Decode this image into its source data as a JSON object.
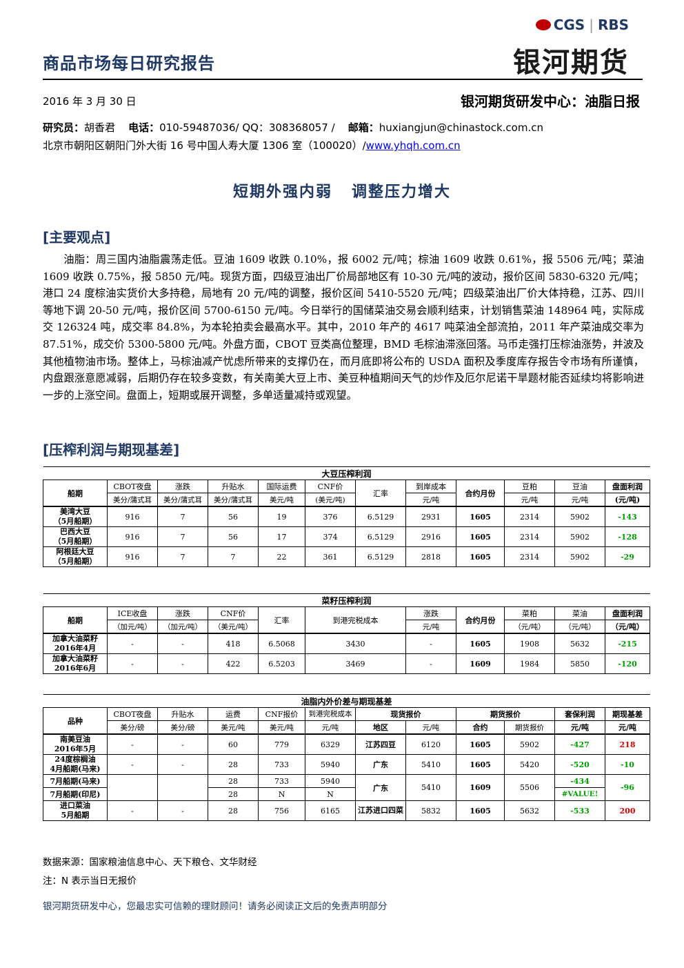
{
  "header": {
    "report_title": "商品市场每日研究报告",
    "logo_cgs": "CGS",
    "logo_rbs": "RBS",
    "logo_main": "银河期货",
    "date": "2016 年 3 月 30 日",
    "center_title": "银河期货研发中心：油脂日报"
  },
  "researcher": {
    "label": "研究员：",
    "name": "胡香君",
    "phone_label": "电话：",
    "phone": "010-59487036/ QQ：308368057 /",
    "email_label": "邮箱：",
    "email": "huxiangjun@chinastock.com.cn",
    "address": "北京市朝阳区朝阳门外大街 16 号中国人寿大厦 1306 室（100020）/",
    "website": "www.yhqh.com.cn"
  },
  "headline": {
    "part1": "短期外强内弱",
    "part2": "调整压力增大"
  },
  "sections": {
    "main_view": "[主要观点]",
    "profit": "[压榨利润与期现基差]"
  },
  "body_text": "油脂：周三国内油脂震荡走低。豆油 1609 收跌 0.10%，报 6002 元/吨；棕油 1609 收跌 0.61%，报 5506 元/吨；菜油 1609 收跌 0.75%，报 5850 元/吨。现货方面，四级豆油出厂价局部地区有 10-30 元/吨的波动，报价区间 5830-6320 元/吨；港口 24 度棕油实货价大多持稳，局地有 20 元/吨的调整，报价区间 5410-5520 元/吨；四级菜油出厂价大体持稳，江苏、四川等地下调 20-50 元/吨，报价区间 5700-6150 元/吨。今日举行的国储菜油交易会顺利结束，计划销售菜油 148964 吨，实际成交 126324 吨，成交率 84.8%，为本轮拍卖会最高水平。其中，2010 年产的 4617 吨菜油全部流拍，2011 年产菜油成交率为 87.51%，成交价 5300-5800 元/吨。外盘方面，CBOT 豆类高位整理，BMD 毛棕油滞涨回落。马币走强打压棕油涨势，并波及其他植物油市场。整体上，马棕油减产忧虑所带来的支撑仍在，而月底即将公布的 USDA 面积及季度库存报告令市场有所谨慎，内盘跟涨意愿减弱，后期仍存在较多变数，有关南美大豆上市、美豆种植期间天气的炒作及厄尔尼诺干旱题材能否延续均将影响进一步的上涨空间。盘面上，短期或展开调整，多单适量减持或观望。",
  "table1": {
    "title": "大豆压榨利润",
    "h": {
      "ship": "船期",
      "cbot": "CBOT夜盘",
      "cbot_u": "美分/蒲式耳",
      "chg": "涨跌",
      "chg_u": "美分/蒲式耳",
      "prem": "升贴水",
      "prem_u": "美分/蒲式耳",
      "freight": "国际运费",
      "freight_u": "美元/吨",
      "cnf": "CNF价",
      "cnf_u": "(美元/吨)",
      "fx": "汇率",
      "cost": "到岸成本",
      "cost_u": "元/吨",
      "month": "合约月份",
      "meal": "豆粕",
      "meal_u": "元/吨",
      "oil": "豆油",
      "oil_u": "元/吨",
      "profit": "盘面利润",
      "profit_u": "(元/吨)"
    },
    "rows": [
      {
        "name1": "美湾大豆",
        "name2": "（5月船期）",
        "cbot": "916",
        "chg": "7",
        "prem": "56",
        "freight": "19",
        "cnf": "376",
        "fx": "6.5129",
        "cost": "2931",
        "month": "1605",
        "meal": "2314",
        "oil": "5902",
        "profit": "-143"
      },
      {
        "name1": "巴西大豆",
        "name2": "（5月船期）",
        "cbot": "916",
        "chg": "7",
        "prem": "56",
        "freight": "17",
        "cnf": "374",
        "fx": "6.5129",
        "cost": "2916",
        "month": "1605",
        "meal": "2314",
        "oil": "5902",
        "profit": "-128"
      },
      {
        "name1": "阿根廷大豆",
        "name2": "（5月船期）",
        "cbot": "916",
        "chg": "7",
        "prem": "7",
        "freight": "22",
        "cnf": "361",
        "fx": "6.5129",
        "cost": "2818",
        "month": "1605",
        "meal": "2314",
        "oil": "5902",
        "profit": "-29"
      }
    ]
  },
  "table2": {
    "title": "菜籽压榨利润",
    "h": {
      "ship": "船期",
      "ice": "ICE收盘",
      "ice_u": "（加元/吨）",
      "chg": "涨跌",
      "chg_u": "（加元/吨）",
      "cnf": "CNF价",
      "cnf_u": "（美元/吨）",
      "fx": "汇率",
      "cost": "到港完税成本",
      "chg2": "涨跌",
      "chg2_u": "元/吨",
      "month": "合约月份",
      "meal": "菜粕",
      "meal_u": "（元/吨）",
      "oil": "菜油",
      "oil_u": "（元/吨）",
      "profit": "盘面利润",
      "profit_u": "（元/吨）"
    },
    "rows": [
      {
        "name1": "加拿大油菜籽",
        "name2": "2016年4月",
        "ice": "-",
        "chg": "-",
        "cnf": "418",
        "fx": "6.5068",
        "cost": "3430",
        "chg2": "-",
        "month": "1605",
        "meal": "1908",
        "oil": "5632",
        "profit": "-215"
      },
      {
        "name1": "加拿大油菜籽",
        "name2": "2016年6月",
        "ice": "-",
        "chg": "-",
        "cnf": "422",
        "fx": "6.5203",
        "cost": "3469",
        "chg2": "-",
        "month": "1609",
        "meal": "1984",
        "oil": "5850",
        "profit": "-120"
      }
    ]
  },
  "table3": {
    "title": "油脂内外价差与期现基差",
    "h": {
      "variety": "品种",
      "cbot": "CBOT夜盘",
      "cbot_u": "美分/磅",
      "prem": "升贴水",
      "prem_u": "美分/磅",
      "freight": "运费",
      "freight_u": "美元/吨",
      "cnf": "CNF报价",
      "cnf_u": "美元/吨",
      "cost": "到港完税成本",
      "cost_u": "元/吨",
      "spot": "现货报价",
      "region": "地区",
      "spot_u": "元/吨",
      "fut": "期货报价",
      "contract": "合约",
      "fut_u": "期货报价",
      "hedge": "套保利润",
      "hedge_u": "元/吨",
      "basis": "期现基差",
      "basis_u": "元/吨"
    },
    "rows": {
      "r1": {
        "name1": "南美豆油",
        "name2": "2016年5月",
        "cbot": "-",
        "prem": "-",
        "freight": "60",
        "cnf": "779",
        "cost": "6329",
        "region": "江苏四豆",
        "spot": "6120",
        "contract": "1605",
        "fut": "5902",
        "hedge": "-427",
        "basis": "218"
      },
      "r2": {
        "name1": "24度棕榈油",
        "name2": "4月船期(马来)",
        "cbot": "-",
        "prem": "-",
        "freight": "28",
        "cnf": "733",
        "cost": "5940",
        "region": "广东",
        "spot": "5410",
        "contract": "1605",
        "fut": "5420",
        "hedge": "-520",
        "basis": "-10"
      },
      "r3a": {
        "name": "7月船期(马来)",
        "freight": "28",
        "cnf": "733",
        "cost": "5940",
        "hedge": "-434"
      },
      "r3b": {
        "name": "7月船期(印尼)",
        "freight": "28",
        "cnf": "N",
        "cost": "N",
        "hedge": "#VALUE!"
      },
      "r3": {
        "region": "广东",
        "spot": "5410",
        "contract": "1609",
        "fut": "5506",
        "basis": "-96"
      },
      "r4": {
        "name1": "进口菜油",
        "name2": "5月船期",
        "cbot": "-",
        "prem": "-",
        "freight": "28",
        "cnf": "756",
        "cost": "6165",
        "region": "江苏进口四菜",
        "spot": "5832",
        "contract": "1605",
        "fut": "5632",
        "hedge": "-533",
        "basis": "200"
      }
    }
  },
  "footer": {
    "source": "数据来源：国家粮油信息中心、天下粮仓、文华财经",
    "note": "注：N 表示当日无报价",
    "disclaimer": "银河期货研发中心，您最忠实可信赖的理财顾问！请务必阅读正文后的免责声明部分"
  },
  "colors": {
    "title_blue": "#1f3864",
    "profit_green": "#00a000",
    "basis_red": "#e00000"
  }
}
